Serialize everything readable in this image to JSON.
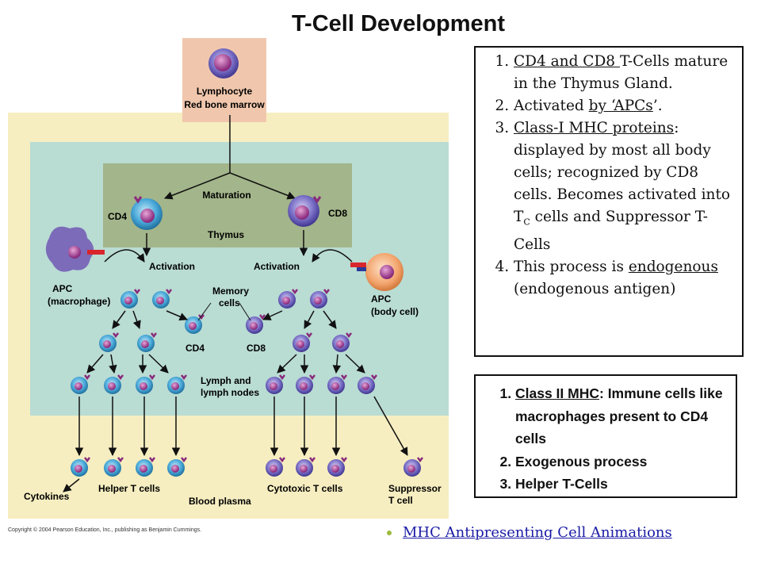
{
  "title": "T-Cell Development",
  "diagram": {
    "lymphocyte": "Lymphocyte",
    "red_bone_marrow": "Red bone marrow",
    "maturation": "Maturation",
    "cd4": "CD4",
    "cd8": "CD8",
    "thymus": "Thymus",
    "activation": "Activation",
    "apc_macrophage_1": "APC",
    "apc_macrophage_2": "(macrophage)",
    "memory_cells_1": "Memory",
    "memory_cells_2": "cells",
    "apc_body_1": "APC",
    "apc_body_2": "(body cell)",
    "lymph_nodes_1": "Lymph and",
    "lymph_nodes_2": "lymph nodes",
    "cytokines": "Cytokines",
    "helper_t_cells": "Helper T cells",
    "cytotoxic_t_cells": "Cytotoxic T cells",
    "suppressor_1": "Suppressor",
    "suppressor_2": "T cell",
    "blood_plasma": "Blood plasma",
    "copyright": "Copyright © 2004 Pearson Education, Inc., publishing as Benjamin Cummings."
  },
  "box1": {
    "item1_u": "CD4 and CD8 ",
    "item1_rest": "T-Cells mature in the Thymus Gland.",
    "item2_a": "Activated ",
    "item2_u": "by ‘APCs",
    "item2_b": "’.",
    "item3_u": "Class-I MHC proteins",
    "item3_rest_a": ": displayed by most all body cells; recognized by CD8 cells. Becomes activated into T",
    "item3_sub": "C",
    "item3_rest_b": " cells and Suppressor T- Cells",
    "item4_a": "This process is ",
    "item4_u": "endogenous",
    "item4_b": " (endogenous antigen)"
  },
  "box2": {
    "item1_u": "Class II MHC",
    "item1_rest": ": Immune cells like macrophages present to CD4 cells",
    "item2": "Exogenous process",
    "item3": "Helper T-Cells"
  },
  "link": "MHC Antipresenting Cell Animations",
  "colors": {
    "outer_bg": "#f6eec0",
    "lymph_bg": "#b9dcd3",
    "thymus_bg": "#a3b58a",
    "marrow_bg": "#f0c7ad",
    "cell_blue": "#4aa9d9",
    "cell_purple": "#7a6fc6",
    "apc_macrophage": "#7b6bb9",
    "apc_body": "#f2a36b"
  }
}
